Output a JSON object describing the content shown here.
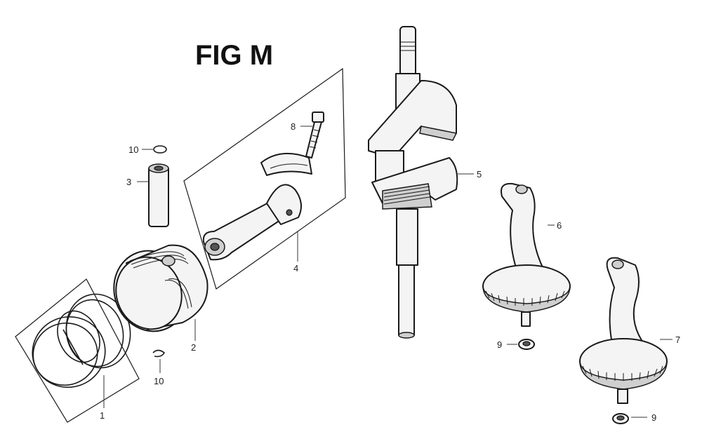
{
  "figure": {
    "title": "FIG M"
  },
  "callouts": [
    {
      "id": "1",
      "label": "1"
    },
    {
      "id": "2",
      "label": "2"
    },
    {
      "id": "3",
      "label": "3"
    },
    {
      "id": "4",
      "label": "4"
    },
    {
      "id": "5",
      "label": "5"
    },
    {
      "id": "6",
      "label": "6"
    },
    {
      "id": "7",
      "label": "7"
    },
    {
      "id": "8",
      "label": "8"
    },
    {
      "id": "9a",
      "label": "9"
    },
    {
      "id": "9b",
      "label": "9"
    },
    {
      "id": "10a",
      "label": "10"
    },
    {
      "id": "10b",
      "label": "10"
    }
  ],
  "parts": [
    {
      "ref": "1",
      "name": "piston-ring-set"
    },
    {
      "ref": "2",
      "name": "piston"
    },
    {
      "ref": "3",
      "name": "piston-pin"
    },
    {
      "ref": "4",
      "name": "connecting-rod-assembly"
    },
    {
      "ref": "5",
      "name": "crankshaft"
    },
    {
      "ref": "6",
      "name": "balancer-weight"
    },
    {
      "ref": "7",
      "name": "balancer-weight"
    },
    {
      "ref": "8",
      "name": "connecting-rod-bolt"
    },
    {
      "ref": "9",
      "name": "washer"
    },
    {
      "ref": "10",
      "name": "pin-clip"
    }
  ]
}
